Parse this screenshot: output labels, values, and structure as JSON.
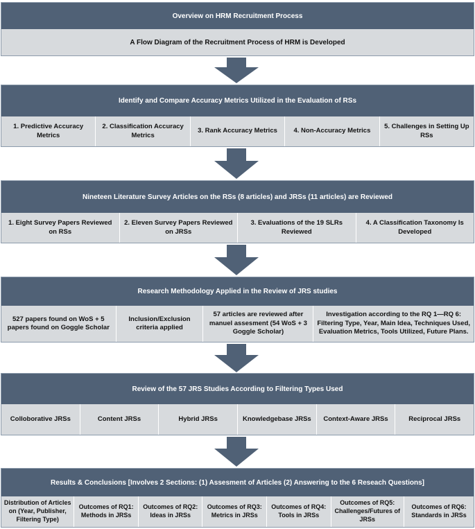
{
  "colors": {
    "header_bg": "#506176",
    "cell_bg": "#d7dadd",
    "arrow": "#506176",
    "border": "#8b9aab"
  },
  "sections": [
    {
      "title": "Overview on HRM Recruitment Process",
      "items": [
        "A Flow Diagram of the Recruitment Process of HRM is Developed"
      ]
    },
    {
      "title": "Identify and Compare Accuracy Metrics Utilized in the Evaluation of RSs",
      "items": [
        "1. Predictive Accuracy Metrics",
        "2. Classification Accuracy Metrics",
        "3. Rank Accuracy Metrics",
        "4. Non-Accuracy Metrics",
        "5. Challenges in Setting Up RSs"
      ]
    },
    {
      "title": "Nineteen Literature Survey Articles on the RSs (8 articles) and JRSs (11 articles) are Reviewed",
      "items": [
        "1. Eight Survey Papers Reviewed on RSs",
        "2. Eleven Survey Papers Reviewed on JRSs",
        "3. Evaluations of the 19 SLRs Reviewed",
        "4. A Classification Taxonomy Is Developed"
      ]
    },
    {
      "title": "Research Methodology Applied in the Review of JRS studies",
      "items": [
        "527 papers found on WoS + 5 papers found on Goggle Scholar",
        "Inclusion/Exclusion criteria applied",
        "57 articles are reviewed after manuel assesment (54 WoS + 3 Goggle Scholar)",
        "Investigation according to the RQ 1—RQ 6: Filtering Type, Year, Main Idea, Techniques Used, Evaluation Metrics, Tools Utilized, Future Plans."
      ]
    },
    {
      "title": "Review of the 57 JRS Studies According to Filtering Types Used",
      "items": [
        "Colloborative JRSs",
        "Content JRSs",
        "Hybrid JRSs",
        "Knowledgebase JRSs",
        "Context-Aware JRSs",
        "Reciprocal JRSs"
      ]
    },
    {
      "title": "Results & Conclusions [Involves 2 Sections: (1) Assesment of Articles (2) Answering to the 6 Reseach Questions]",
      "items": [
        "Distribution of Articles on (Year, Publisher, Filtering Type)",
        "Outcomes of RQ1: Methods in JRSs",
        "Outcomes of RQ2: Ideas in JRSs",
        "Outcomes of RQ3: Metrics in JRSs",
        "Outcomes of RQ4: Tools in JRSs",
        "Outcomes of RQ5: Challenges/Futures of JRSs",
        "Outcomes of RQ6: Standards in JRSs"
      ]
    }
  ]
}
